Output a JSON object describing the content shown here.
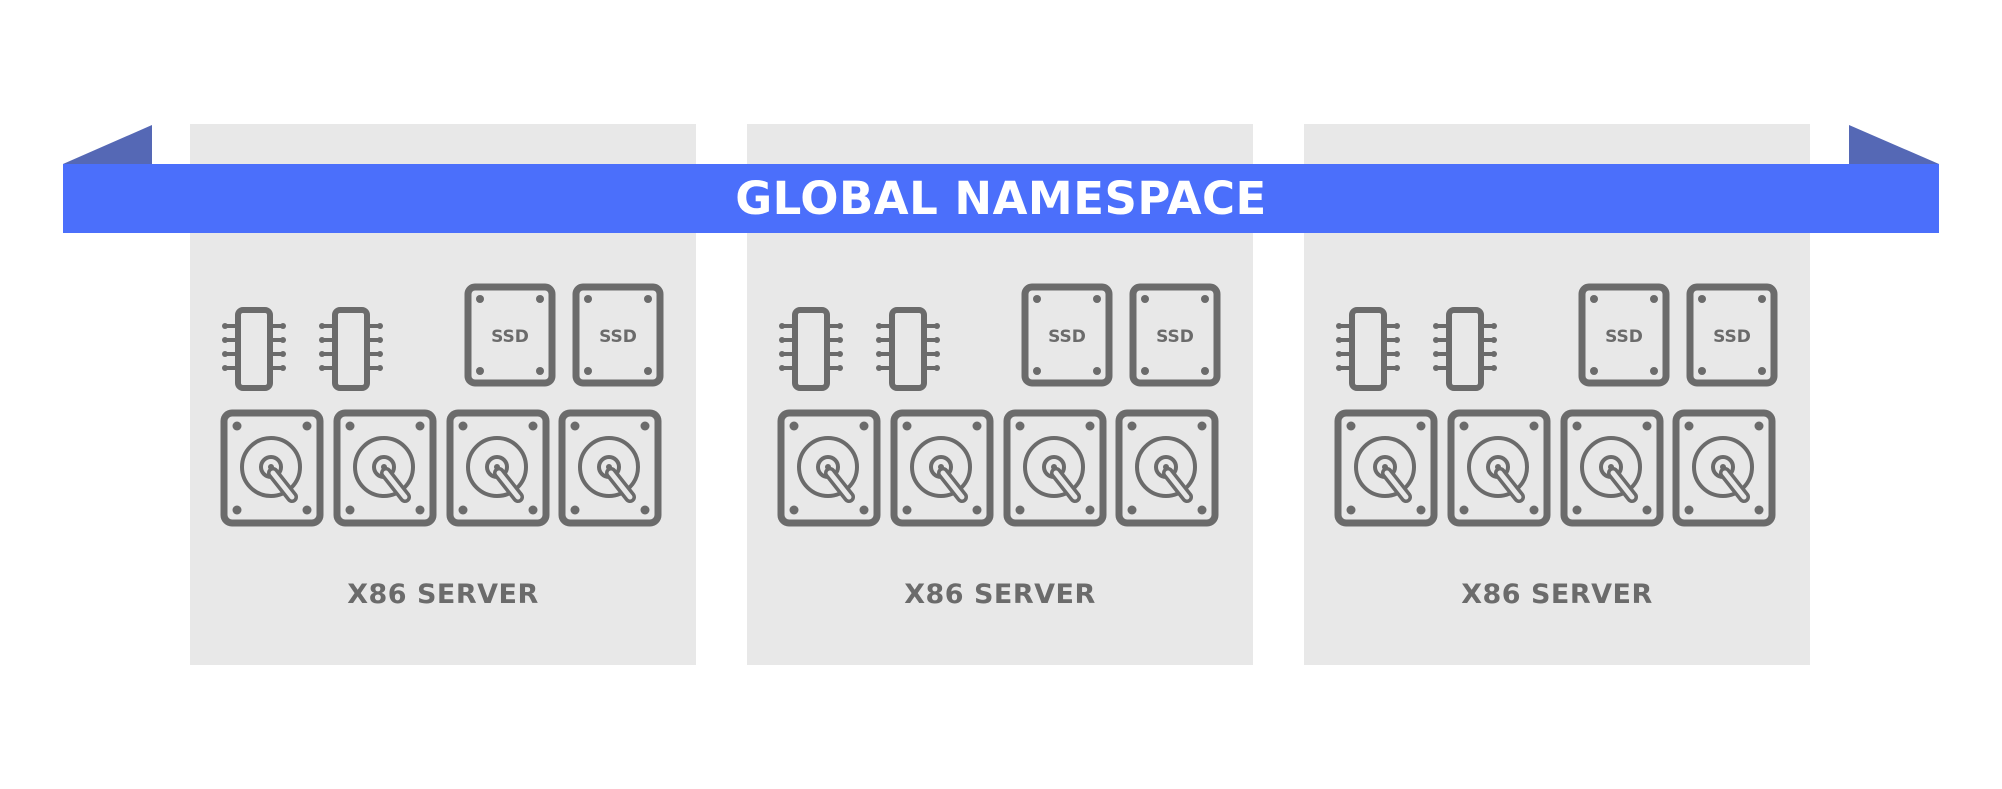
{
  "banner": {
    "title": "GLOBAL NAMESPACE"
  },
  "servers": [
    {
      "label": "X86 SERVER"
    },
    {
      "label": "X86 SERVER"
    },
    {
      "label": "X86 SERVER"
    }
  ],
  "components": {
    "ssd_label": "SSD",
    "processor_count": 2,
    "ssd_count": 2,
    "hdd_count": 4
  },
  "colors": {
    "banner": "#4b6ffb",
    "banner_flap": "#5568b5",
    "server_panel": "#e8e8e8",
    "icon": "#6b6b6b",
    "icon_fill": "#e8e8e8",
    "label_text": "#6b6b6b",
    "banner_text": "#ffffff"
  }
}
